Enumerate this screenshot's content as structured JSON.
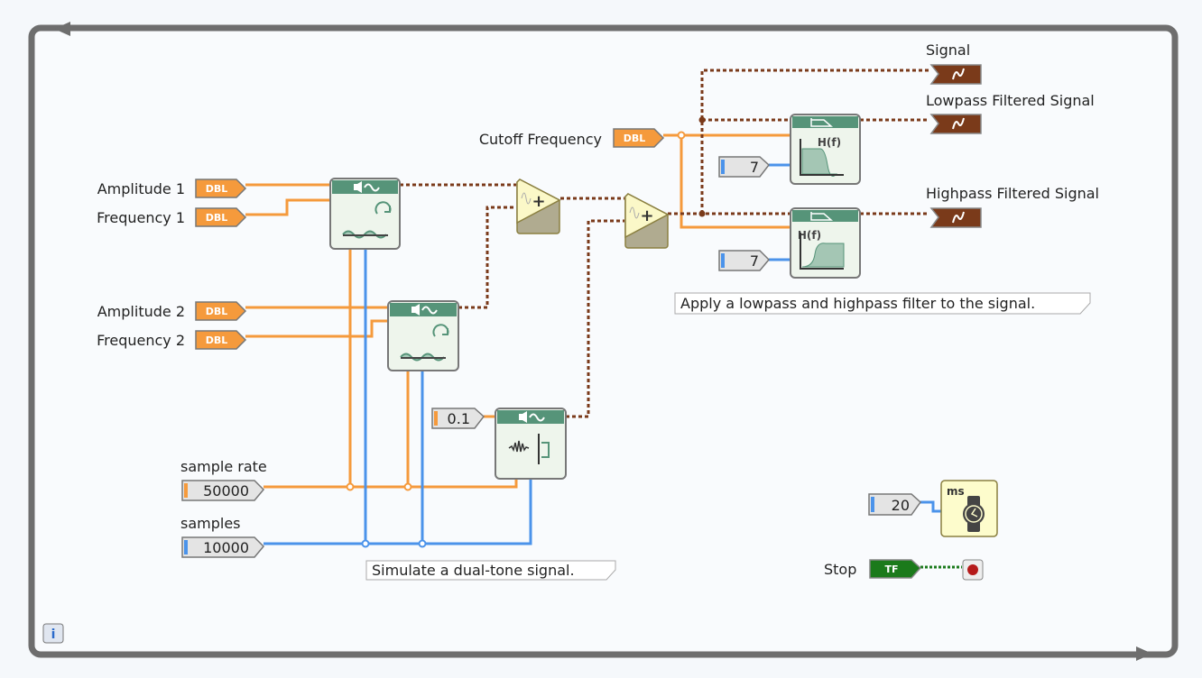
{
  "controls": {
    "amplitude1": {
      "label": "Amplitude 1",
      "type": "DBL"
    },
    "frequency1": {
      "label": "Frequency 1",
      "type": "DBL"
    },
    "amplitude2": {
      "label": "Amplitude 2",
      "type": "DBL"
    },
    "frequency2": {
      "label": "Frequency 2",
      "type": "DBL"
    },
    "cutoff": {
      "label": "Cutoff Frequency",
      "type": "DBL"
    },
    "sample_rate": {
      "label": "sample rate",
      "value": "50000"
    },
    "samples": {
      "label": "samples",
      "value": "10000"
    },
    "stop": {
      "label": "Stop",
      "type": "TF"
    }
  },
  "constants": {
    "noise_amplitude": "0.1",
    "lowpass_order": "7",
    "highpass_order": "7",
    "wait_ms": "20"
  },
  "indicators": {
    "signal": "Signal",
    "lowpass": "Lowpass Filtered Signal",
    "highpass": "Highpass Filtered Signal"
  },
  "filters": {
    "lowpass_label": "H(f)",
    "highpass_label": "H(f)"
  },
  "wait": {
    "unit": "ms"
  },
  "comments": {
    "simulate": "Simulate a dual-tone signal.",
    "filter": "Apply a lowpass and highpass filter to the signal."
  },
  "colors": {
    "double": "#f59a3c",
    "integer": "#4b93ea",
    "waveform": "#7a3a1a",
    "boolean": "#1b7a1b",
    "loop": "#6e6e6e",
    "block_header": "#569479"
  },
  "icons": {
    "loop_info": "info-icon"
  }
}
